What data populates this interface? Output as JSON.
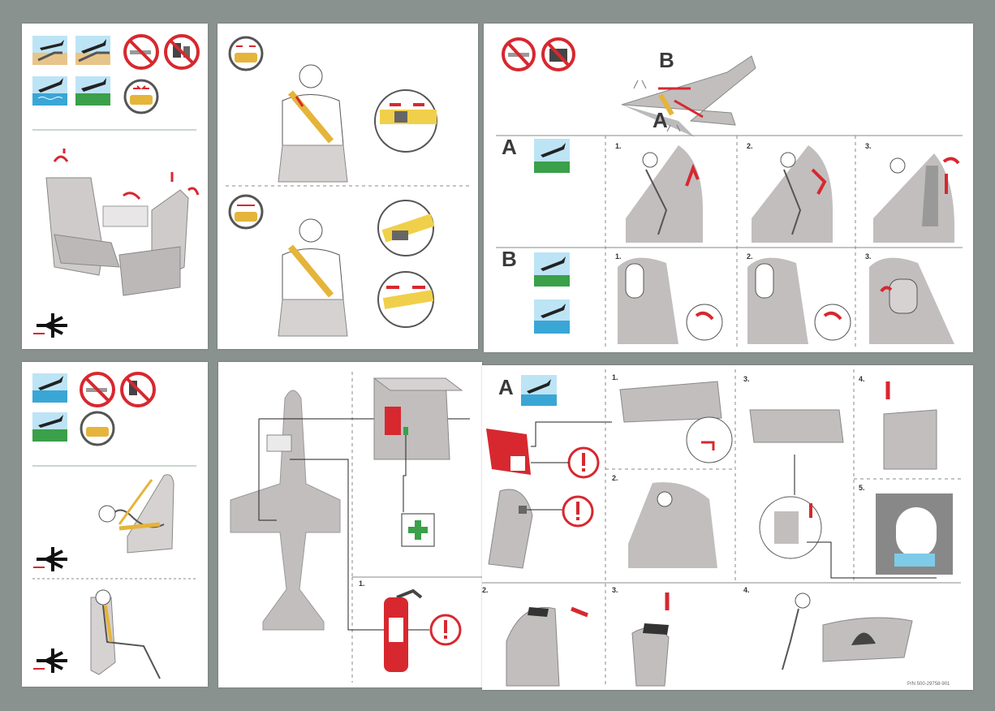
{
  "labels": {
    "a": "A",
    "b": "B",
    "n1": "1.",
    "n2": "2.",
    "n3": "3.",
    "n4": "4.",
    "n5": "5."
  },
  "part_number": "P/N 500-29758-901",
  "colors": {
    "red": "#d7282f",
    "gray": "#c2bebe",
    "dark": "#3d3d3d",
    "sky": "#7ecbe9",
    "water": "#3aa6d6",
    "grass": "#3aa04a",
    "sand": "#e7c58a",
    "background": "#8a9290"
  },
  "icons": [
    "landing-icon",
    "ditching-icon",
    "no-smoking-icon",
    "no-electronics-icon",
    "seatbelt-icon",
    "exit-icon",
    "first-aid-icon",
    "fire-extinguisher-icon",
    "caution-icon"
  ]
}
